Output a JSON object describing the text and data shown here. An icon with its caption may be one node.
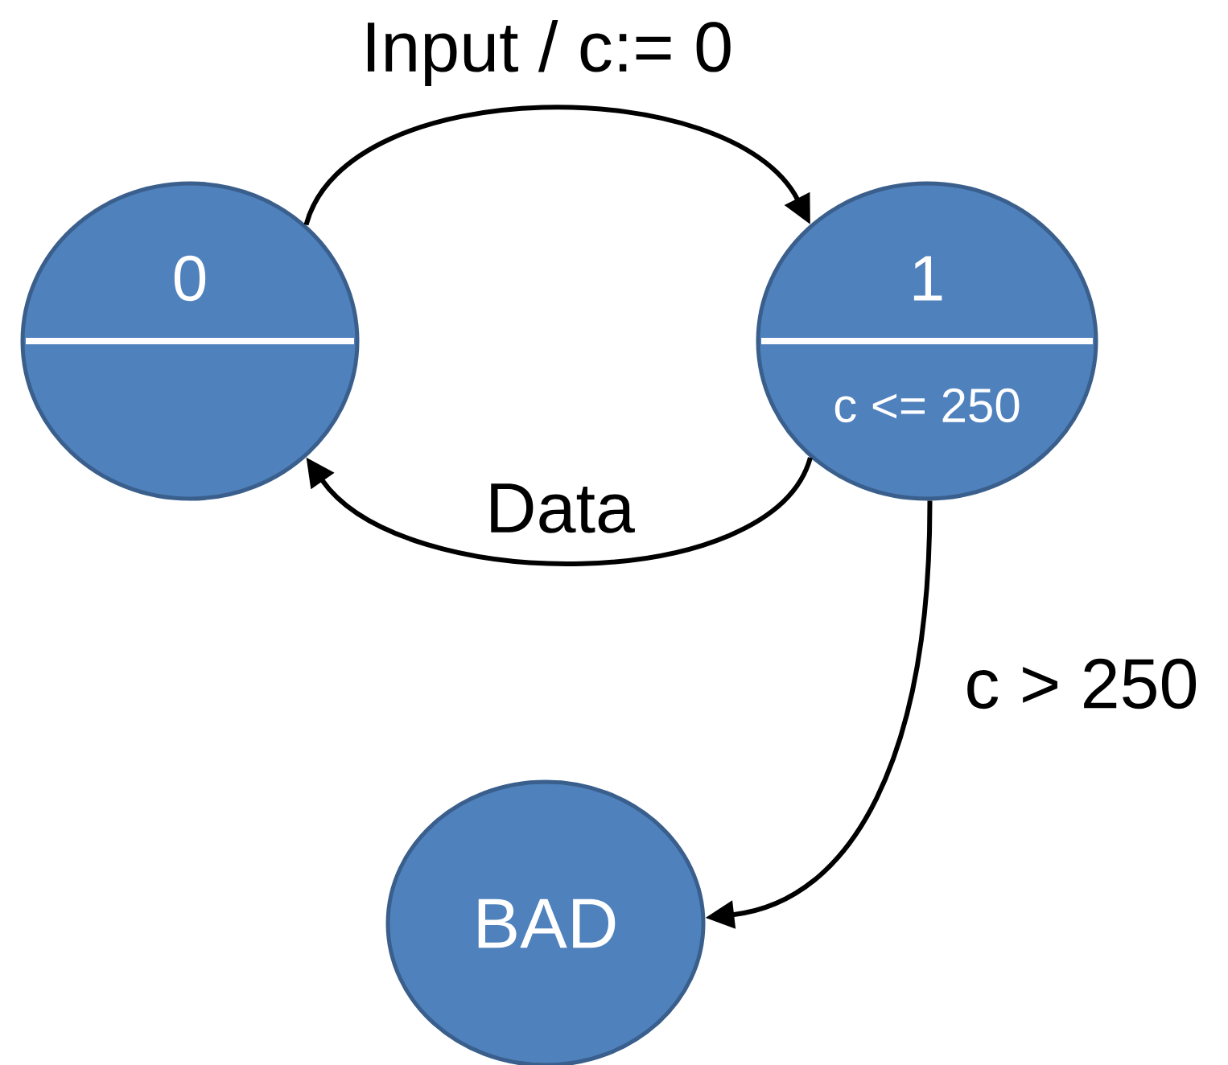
{
  "diagram": {
    "nodes": [
      {
        "text": [
          "0"
        ]
      },
      {
        "text": [
          "1",
          "c <= 250"
        ]
      },
      {
        "text": [
          "BAD"
        ]
      }
    ],
    "edges": [
      {
        "from": 0,
        "to": 1,
        "arrow": "to",
        "label": "Input / c:= 0"
      },
      {
        "from": 1,
        "to": 0,
        "arrow": "to",
        "label": "Data"
      },
      {
        "from": 1,
        "to": 2,
        "arrow": "to",
        "label": "c > 250"
      }
    ]
  }
}
